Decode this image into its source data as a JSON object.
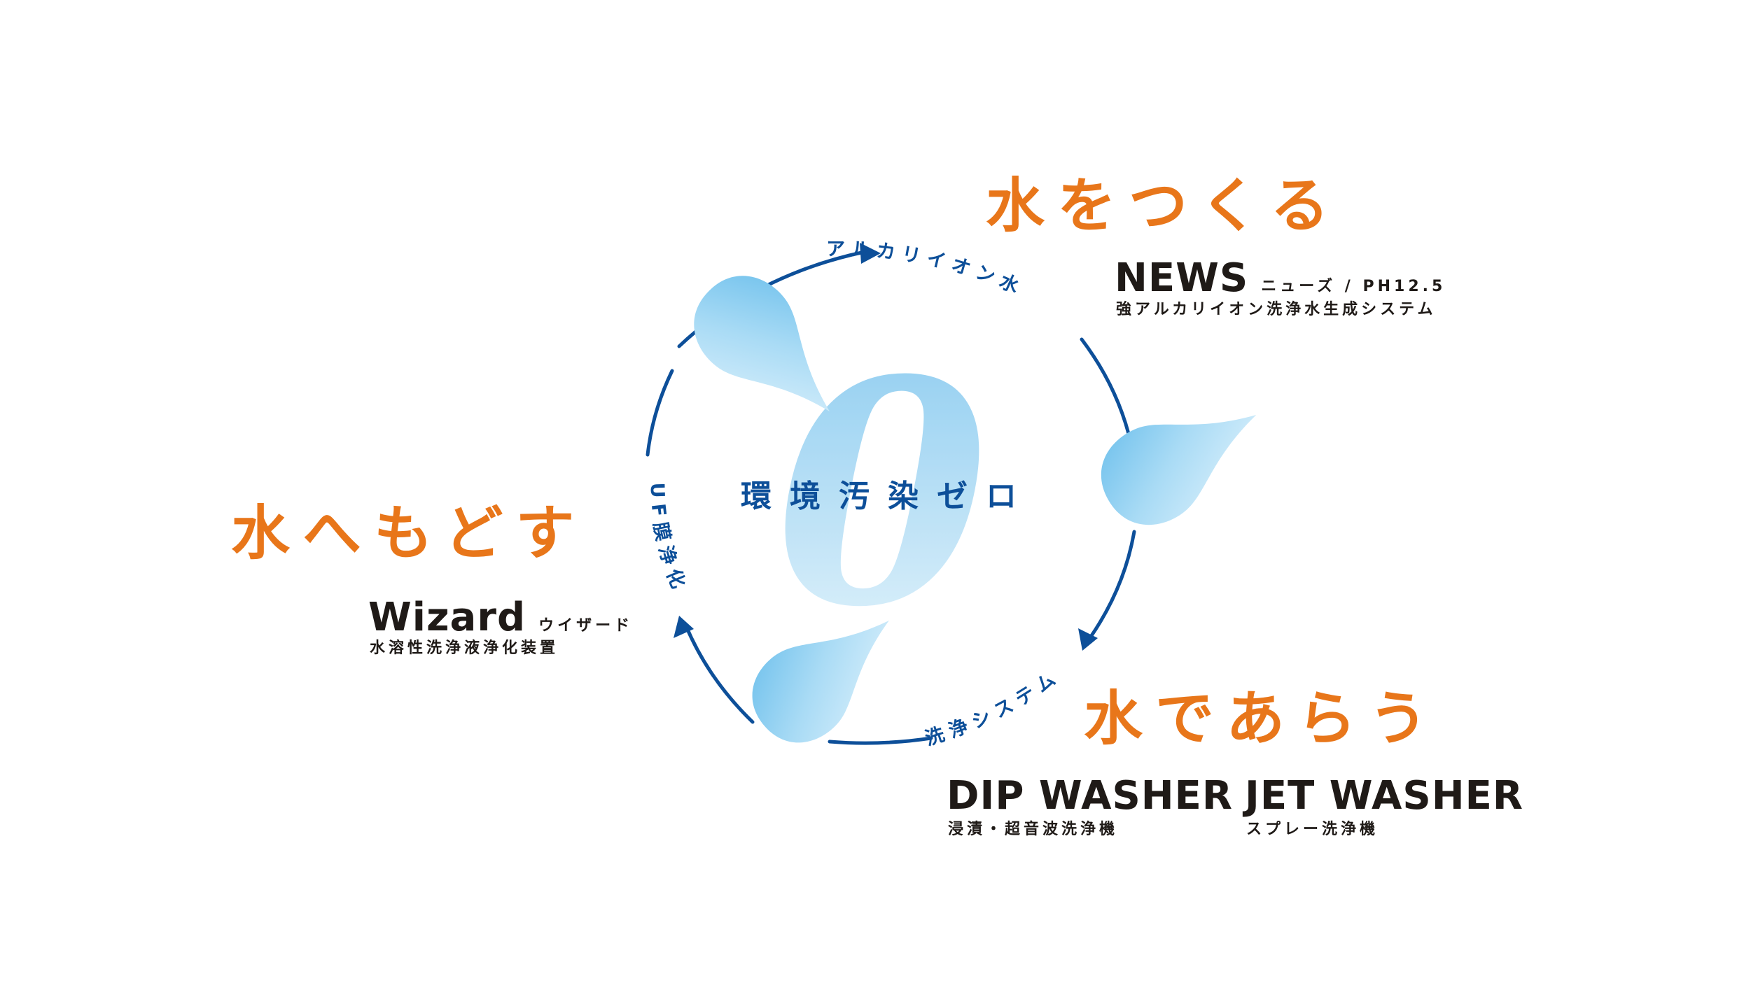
{
  "colors": {
    "accent_orange": "#e8761a",
    "cycle_blue": "#0d4f99",
    "drop_light": "#d6eefb",
    "drop_dark": "#7cc6ee",
    "text_dark": "#1f1a17"
  },
  "center": {
    "zero": "0",
    "label": "環境汚染ゼロ"
  },
  "cycle": {
    "top_arc_label": "アルカリイオン水",
    "bottom_arc_label": "洗浄システム",
    "left_arc_label": "UF膜浄化"
  },
  "stage_make": {
    "title": "水をつくる",
    "product_name": "NEWS",
    "product_sub": "ニューズ / PH12.5",
    "product_desc": "強アルカリイオン洗浄水生成システム"
  },
  "stage_wash": {
    "title": "水であらう",
    "dip": {
      "name": "DIP WASHER",
      "desc": "浸漬・超音波洗浄機"
    },
    "jet": {
      "name": "JET WASHER",
      "desc": "スプレー洗浄機"
    }
  },
  "stage_return": {
    "title": "水へもどす",
    "product_name": "Wizard",
    "product_sub": "ウイザード",
    "product_desc": "水溶性洗浄液浄化装置"
  },
  "icons": [
    "water-drop-icon",
    "arrow-head-icon"
  ]
}
